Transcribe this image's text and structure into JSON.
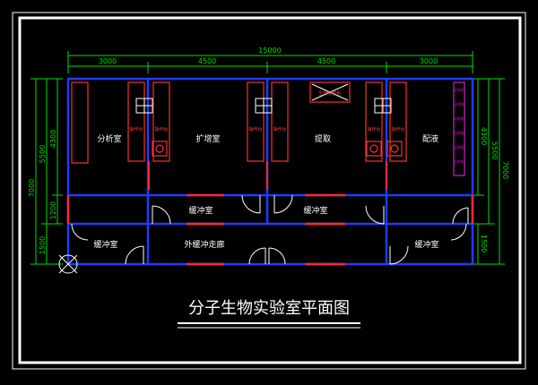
{
  "title": "分子生物实验室平面图",
  "dimensions": {
    "total": "15000",
    "segments": [
      "3000",
      "4500",
      "4500",
      "3000"
    ],
    "left": [
      "7000",
      "5500",
      "4300",
      "1200",
      "1500"
    ],
    "right": [
      "4300",
      "5500",
      "7000",
      "1500"
    ]
  },
  "rooms": {
    "analysis": "分析室",
    "amplification": "扩增室",
    "extraction": "提取",
    "preparation": "配液",
    "buffer_center_left": "缓冲室",
    "buffer_center_right": "缓冲室",
    "buffer_left": "缓冲室",
    "buffer_right": "缓冲室",
    "outer_corridor": "外缓冲走廊"
  },
  "equipment": {
    "amp_bench_label": "操作台",
    "amp_bench_label_right": "操作台",
    "ext_bench_label": "操作台",
    "ext_bench_label_right": "操作台",
    "prep_bench_label": "操作台",
    "prep_bench_label_right": "操作台",
    "safety_cabinet": "生物安全柜",
    "shelf_labels": [
      "试剂柜",
      "试剂柜",
      "试剂柜",
      "试剂柜",
      "试剂柜",
      "试剂柜"
    ]
  },
  "colors": {
    "wall": "#1e3cff",
    "door": "#ffffff",
    "accent": "#ff2a2a",
    "dimension": "#00e000",
    "furniture": "#ff3030",
    "shelf": "#d01ec8",
    "frame": "#ffffff"
  }
}
